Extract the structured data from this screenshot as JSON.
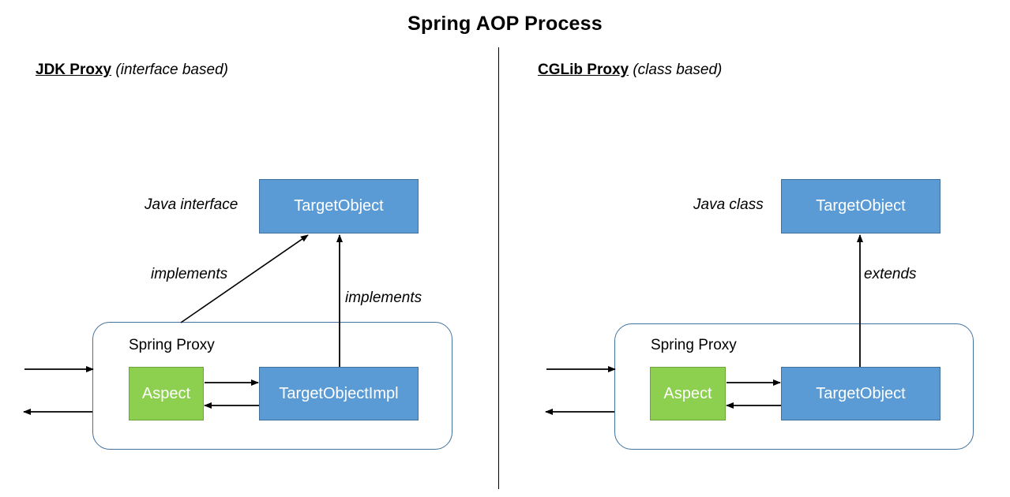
{
  "title": "Spring AOP Process",
  "sections": [
    {
      "id": "jdk",
      "heading_strong": "JDK Proxy",
      "heading_italic": "(interface based)",
      "interface_note": "Java interface",
      "top_box": "TargetObject",
      "proxy_label": "Spring Proxy",
      "aspect_box": "Aspect",
      "impl_box": "TargetObjectImpl",
      "relation_labels": [
        "implements",
        "implements"
      ]
    },
    {
      "id": "cglib",
      "heading_strong": "CGLib Proxy",
      "heading_italic": "(class based)",
      "interface_note": "Java class",
      "top_box": "TargetObject",
      "proxy_label": "Spring Proxy",
      "aspect_box": "Aspect",
      "impl_box": "TargetObject",
      "relation_labels": [
        "extends"
      ]
    }
  ],
  "colors": {
    "box_blue": "#5B9BD5",
    "box_blue_border": "#41719C",
    "box_green": "#8DD04F",
    "box_green_border": "#6BA43A",
    "proxy_border": "#41719C",
    "arrow": "#000000",
    "divider": "#000000",
    "text_on_box": "#FFFFFF",
    "text": "#000000",
    "background": "#FFFFFF"
  }
}
